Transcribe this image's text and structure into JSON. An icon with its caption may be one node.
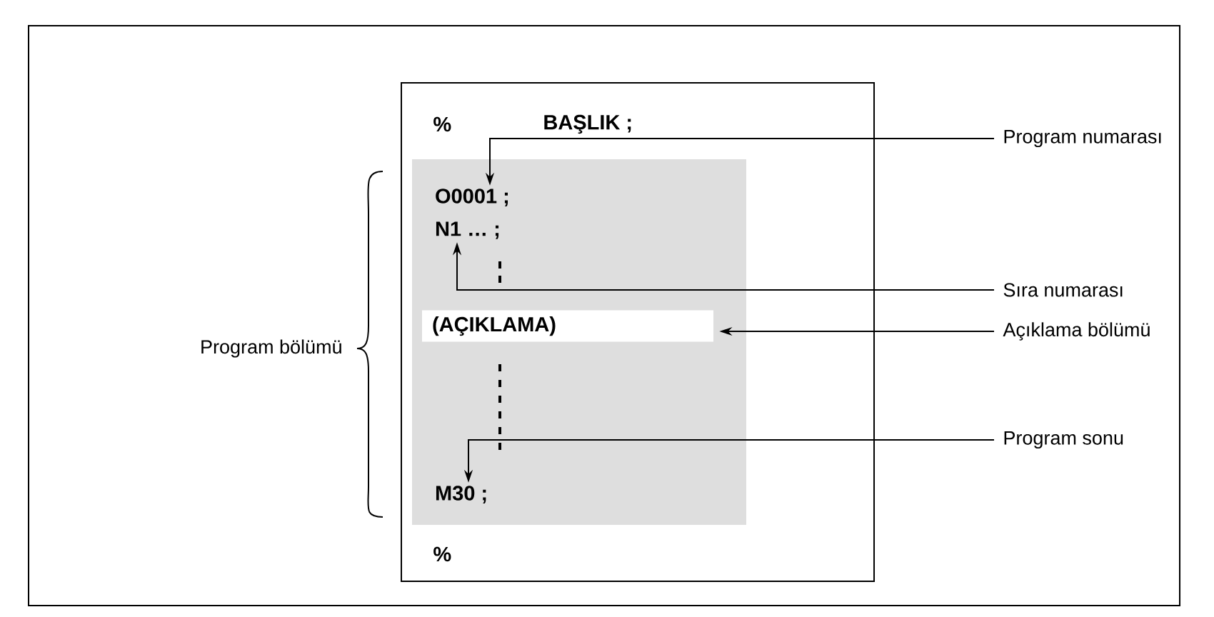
{
  "diagram": {
    "nodes": [
      {
        "text": [
          "%",
          "BAŞLIK ;",
          "%"
        ]
      },
      {
        "text": [],
        "shape": "box",
        "in": 0
      },
      {
        "text": [
          "O0001 ;"
        ],
        "in": 1
      },
      {
        "text": [
          "N1 … ;"
        ],
        "in": 1
      },
      {
        "text": [
          "(AÇIKLAMA)"
        ],
        "in": 1
      },
      {
        "text": [
          "M30 ;"
        ],
        "in": 1
      },
      {
        "text": [
          "Program numarası"
        ]
      },
      {
        "text": [
          "Sıra numarası"
        ]
      },
      {
        "text": [
          "Açıklama bölümü"
        ]
      },
      {
        "text": [
          "Program sonu"
        ]
      }
    ],
    "edges": [
      {
        "from": 6,
        "to": 2,
        "arrow": "to"
      },
      {
        "from": 7,
        "to": 3,
        "arrow": "to"
      },
      {
        "from": 8,
        "to": 4,
        "arrow": "to"
      },
      {
        "from": 9,
        "to": 5,
        "arrow": "to"
      }
    ],
    "labels": [
      "Program bölümü"
    ]
  }
}
